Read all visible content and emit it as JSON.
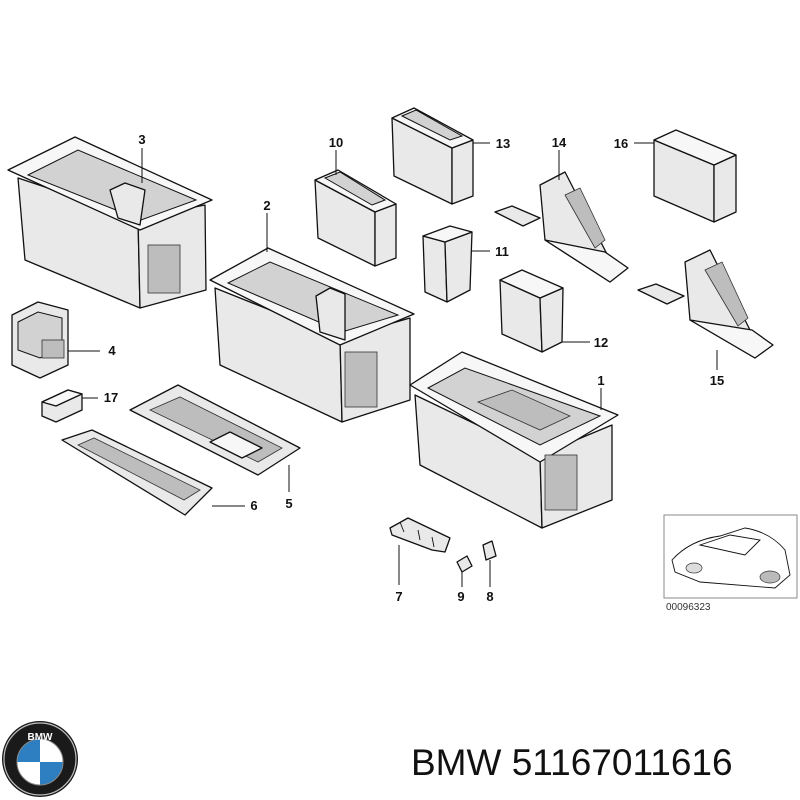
{
  "diagram": {
    "callouts": [
      "1",
      "2",
      "3",
      "4",
      "5",
      "6",
      "7",
      "8",
      "9",
      "10",
      "11",
      "12",
      "13",
      "14",
      "15",
      "16",
      "17"
    ],
    "thumbnail_code": "00096323"
  },
  "brand": {
    "logo_text": "BMW",
    "name": "BMW",
    "part_number": "51167011616"
  }
}
